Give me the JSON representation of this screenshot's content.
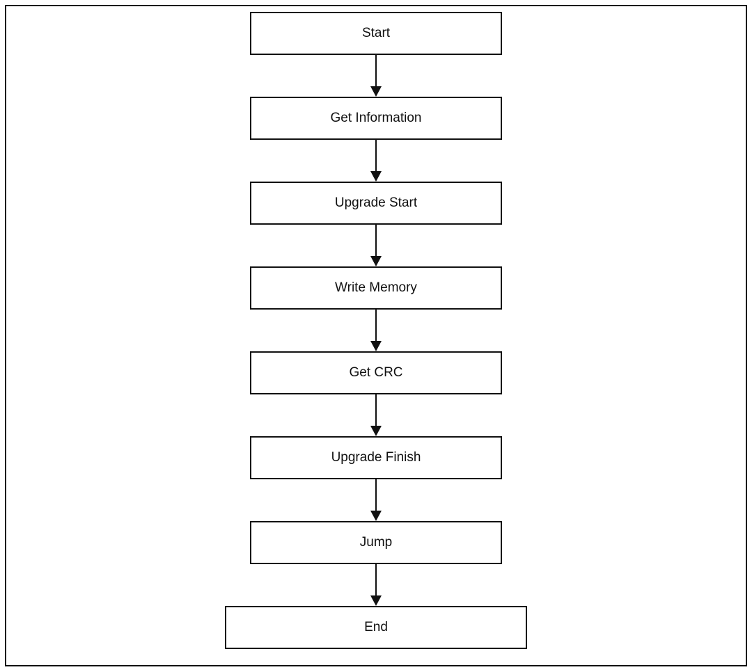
{
  "diagram": {
    "type": "flowchart",
    "direction": "top-to-bottom",
    "nodes": [
      {
        "id": "start",
        "label": "Start"
      },
      {
        "id": "get-information",
        "label": "Get Information"
      },
      {
        "id": "upgrade-start",
        "label": "Upgrade Start"
      },
      {
        "id": "write-memory",
        "label": "Write Memory"
      },
      {
        "id": "get-crc",
        "label": "Get CRC"
      },
      {
        "id": "upgrade-finish",
        "label": "Upgrade Finish"
      },
      {
        "id": "jump",
        "label": "Jump"
      },
      {
        "id": "end",
        "label": "End"
      }
    ],
    "edges": [
      {
        "from": "start",
        "to": "get-information"
      },
      {
        "from": "get-information",
        "to": "upgrade-start"
      },
      {
        "from": "upgrade-start",
        "to": "write-memory"
      },
      {
        "from": "write-memory",
        "to": "get-crc"
      },
      {
        "from": "get-crc",
        "to": "upgrade-finish"
      },
      {
        "from": "upgrade-finish",
        "to": "jump"
      },
      {
        "from": "jump",
        "to": "end"
      }
    ],
    "colors": {
      "border": "#111111",
      "fill": "#ffffff",
      "text": "#111111"
    }
  }
}
